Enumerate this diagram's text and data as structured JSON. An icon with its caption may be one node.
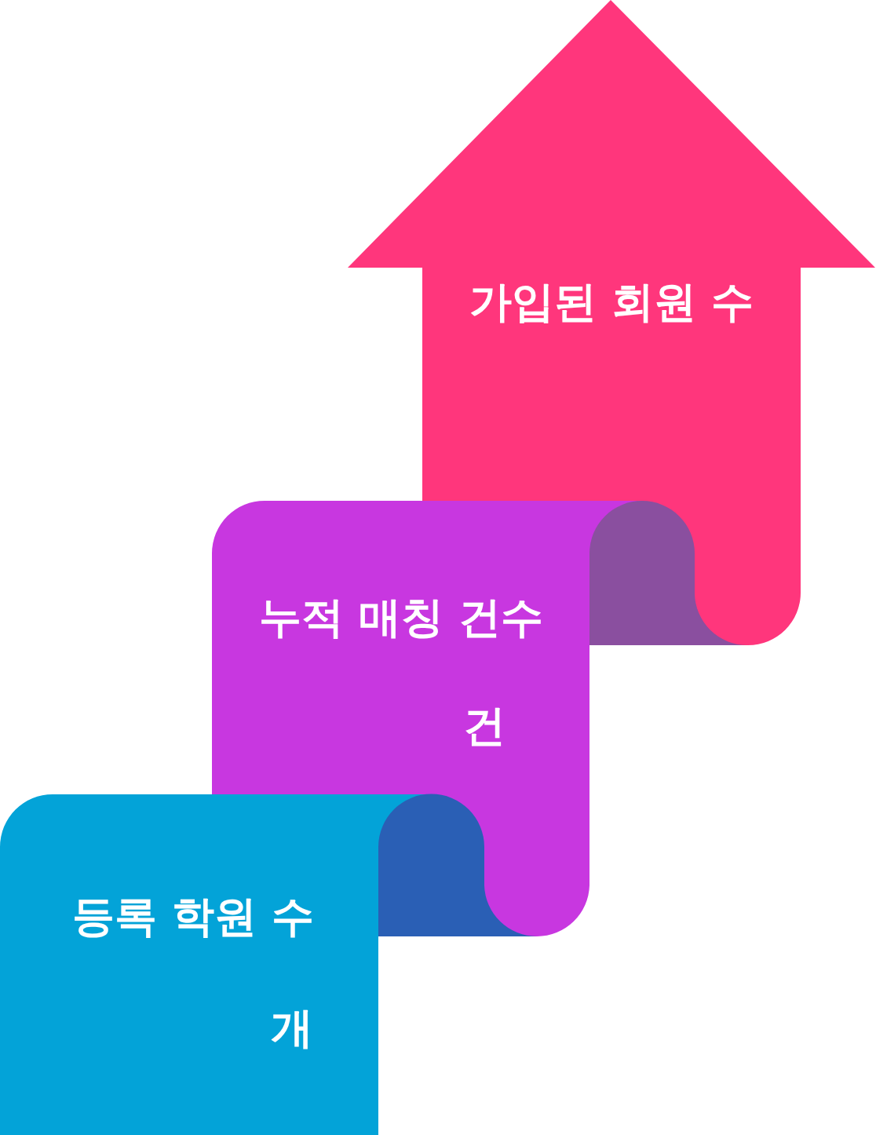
{
  "diagram": {
    "nodes": [
      {
        "text": [
          "가입된 회원 수"
        ]
      },
      {
        "text": [
          "누적 매칭 건수",
          "건"
        ]
      },
      {
        "text": [
          "등록 학원 수",
          "개"
        ]
      }
    ]
  }
}
